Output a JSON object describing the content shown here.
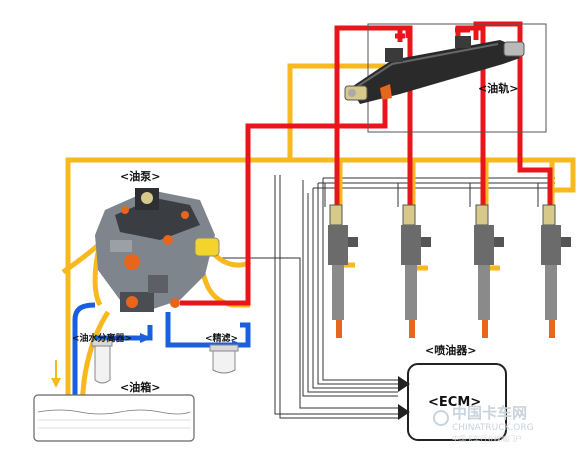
{
  "labels": {
    "fuel_rail": "<油轨>",
    "fuel_pump": "<油泵>",
    "water_separator": "<油水分离器>",
    "fine_filter": "<精滤>",
    "fuel_tank": "<油箱>",
    "injector": "<喷油器>",
    "ecm": "<ECM>"
  },
  "watermark": {
    "name": "中国卡车网",
    "domain": "CHINATRUCK.ORG",
    "tagline": "中国卡车行业权威门户"
  },
  "colors": {
    "high_pressure_line": "#e8151b",
    "return_line": "#f7b91d",
    "low_pressure_line": "#1a5fe0",
    "signal_wire": "#333333",
    "rail_body": "#2a2a2a",
    "injector_body": "#6b6b6b",
    "orange_fitting": "#e8661c"
  }
}
